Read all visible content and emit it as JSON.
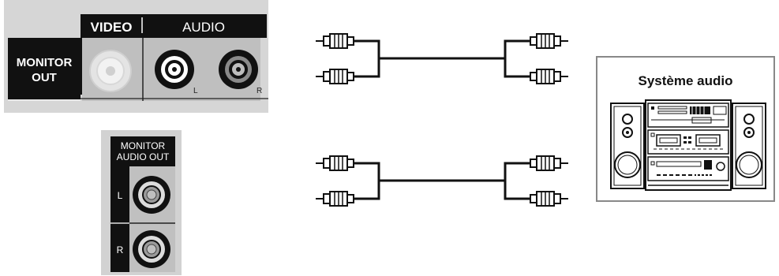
{
  "panel_top": {
    "video_label": "VIDEO",
    "audio_label": "AUDIO",
    "monitor_out_line1": "MONITOR",
    "monitor_out_line2": "OUT",
    "left_channel": "L",
    "right_channel": "R"
  },
  "panel_side": {
    "header_line1": "MONITOR",
    "header_line2": "AUDIO OUT",
    "left_channel": "L",
    "right_channel": "R"
  },
  "audio_system": {
    "title": "Système audio"
  }
}
